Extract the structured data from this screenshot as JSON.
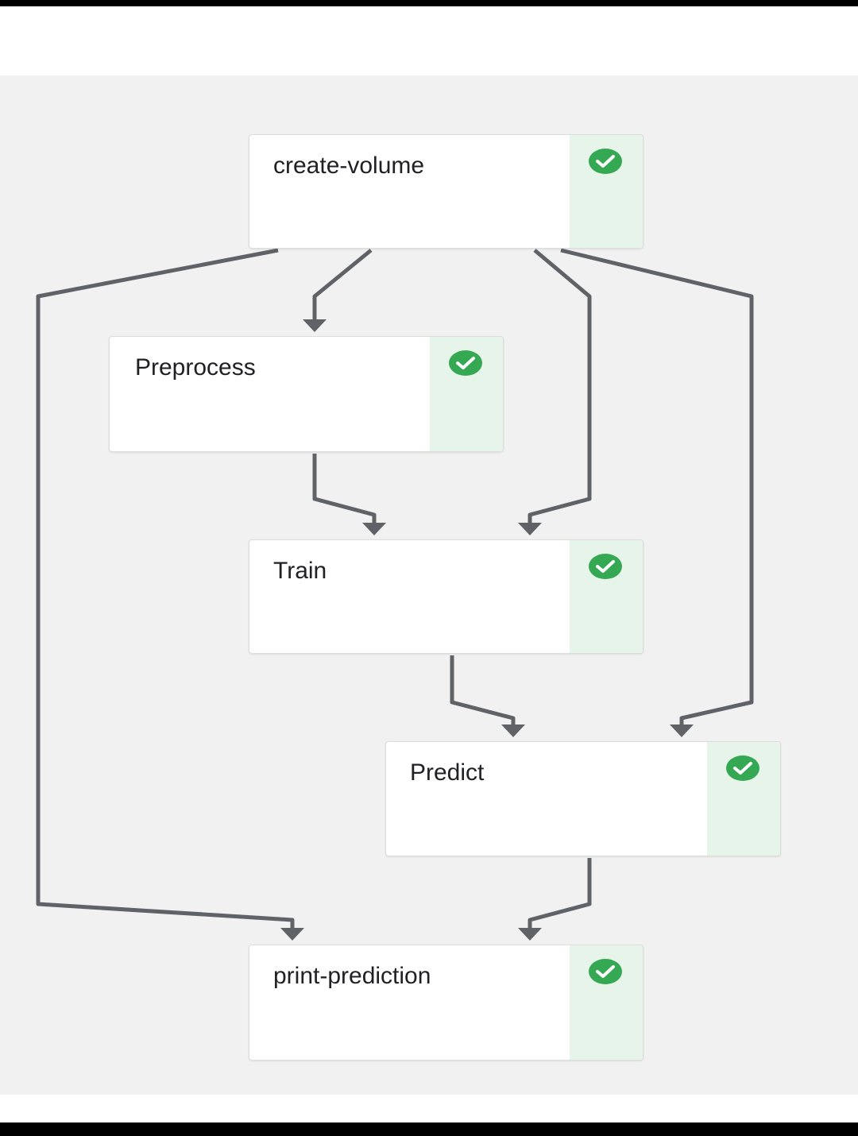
{
  "pipeline": {
    "nodes": [
      {
        "id": "create-volume",
        "label": "create-volume",
        "status": "succeeded",
        "status_icon": "check-circle-icon"
      },
      {
        "id": "preprocess",
        "label": "Preprocess",
        "status": "succeeded",
        "status_icon": "check-circle-icon"
      },
      {
        "id": "train",
        "label": "Train",
        "status": "succeeded",
        "status_icon": "check-circle-icon"
      },
      {
        "id": "predict",
        "label": "Predict",
        "status": "succeeded",
        "status_icon": "check-circle-icon"
      },
      {
        "id": "print-prediction",
        "label": "print-prediction",
        "status": "succeeded",
        "status_icon": "check-circle-icon"
      }
    ],
    "edges": [
      {
        "from": "create-volume",
        "to": "preprocess"
      },
      {
        "from": "create-volume",
        "to": "train"
      },
      {
        "from": "create-volume",
        "to": "predict"
      },
      {
        "from": "create-volume",
        "to": "print-prediction"
      },
      {
        "from": "preprocess",
        "to": "train"
      },
      {
        "from": "train",
        "to": "predict"
      },
      {
        "from": "predict",
        "to": "print-prediction"
      }
    ]
  },
  "colors": {
    "canvas_background": "#f1f1f1",
    "node_background": "#ffffff",
    "status_panel": "#e6f4ea",
    "success_green": "#34a853",
    "edge": "#5f6368"
  }
}
